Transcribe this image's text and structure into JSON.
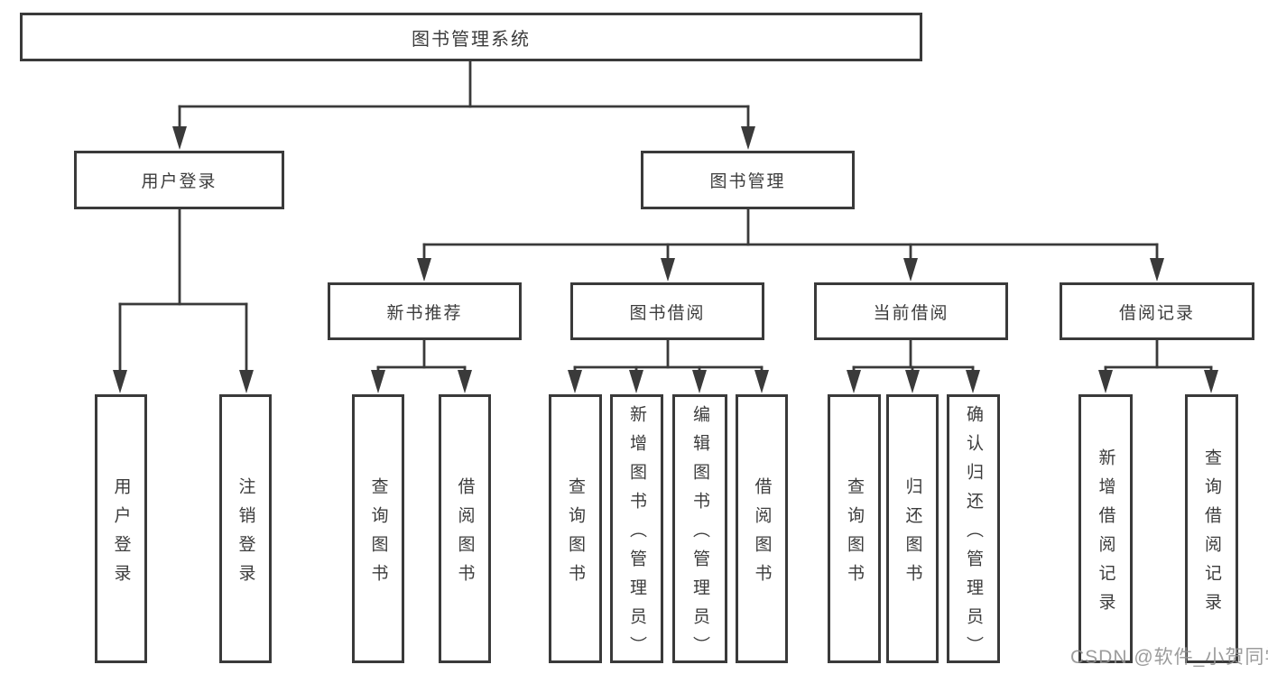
{
  "diagram": {
    "title": "图书管理系统",
    "level2": [
      {
        "label": "用户登录"
      },
      {
        "label": "图书管理"
      }
    ],
    "level3": [
      {
        "label": "新书推荐"
      },
      {
        "label": "图书借阅"
      },
      {
        "label": "当前借阅"
      },
      {
        "label": "借阅记录"
      }
    ],
    "leaves": [
      {
        "label": "用户登录"
      },
      {
        "label": "注销登录"
      },
      {
        "label": "查询图书"
      },
      {
        "label": "借阅图书"
      },
      {
        "label": "查询图书"
      },
      {
        "label": "新增图书（管理员）"
      },
      {
        "label": "编辑图书（管理员）"
      },
      {
        "label": "借阅图书"
      },
      {
        "label": "查询图书"
      },
      {
        "label": "归还图书"
      },
      {
        "label": "确认归还（管理员）"
      },
      {
        "label": "新增借阅记录"
      },
      {
        "label": "查询借阅记录"
      }
    ]
  },
  "watermark": "CSDN @软件_小贺同学",
  "colors": {
    "line": "#3a3a3a",
    "text": "#3c3c3c",
    "background": "#ffffff",
    "watermark": "#919191"
  }
}
